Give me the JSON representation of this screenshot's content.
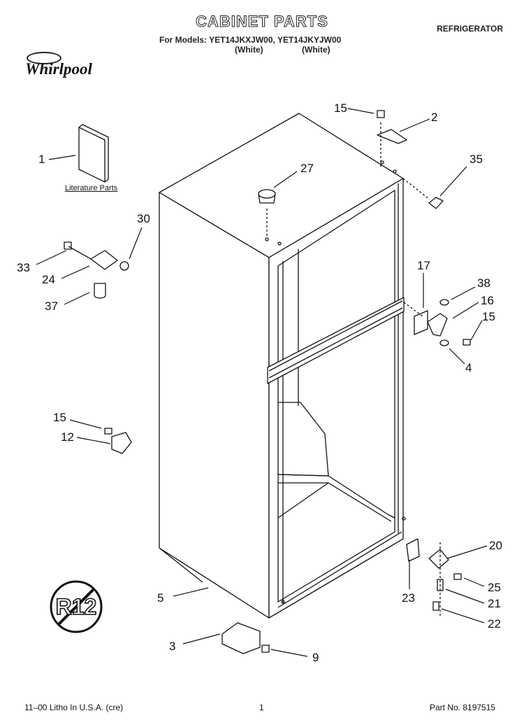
{
  "header": {
    "title": "CABINET PARTS",
    "models_line": "For Models: YET14JKXJW00, YET14JKYJW00",
    "color_1": "(White)",
    "color_2": "(White)",
    "product": "REFRIGERATOR"
  },
  "brand": {
    "logo": "Whirlpool"
  },
  "literature_label": "Literature Parts",
  "callouts": [
    "15",
    "2",
    "35",
    "27",
    "1",
    "30",
    "33",
    "24",
    "37",
    "17",
    "38",
    "16",
    "15",
    "4",
    "15",
    "12",
    "5",
    "20",
    "25",
    "21",
    "22",
    "23",
    "3",
    "9"
  ],
  "badge": {
    "text": "R12"
  },
  "footer": {
    "litho": "11–00 Litho In U.S.A. (cre)",
    "page": "1",
    "part_no": "Part No. 8197515"
  }
}
